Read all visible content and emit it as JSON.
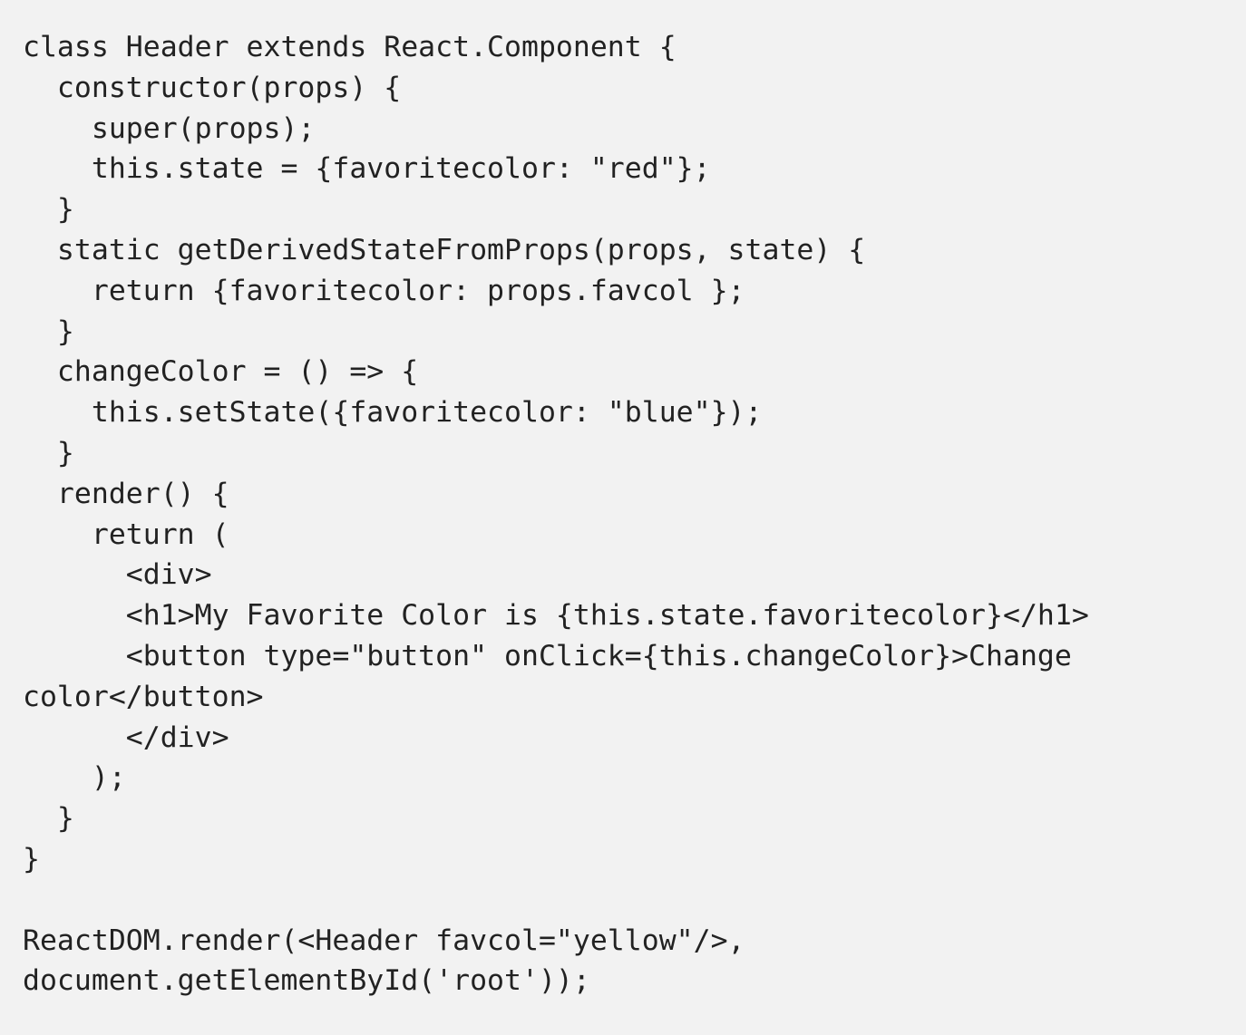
{
  "code": {
    "lines": [
      "class Header extends React.Component {",
      "  constructor(props) {",
      "    super(props);",
      "    this.state = {favoritecolor: \"red\"};",
      "  }",
      "  static getDerivedStateFromProps(props, state) {",
      "    return {favoritecolor: props.favcol };",
      "  }",
      "  changeColor = () => {",
      "    this.setState({favoritecolor: \"blue\"});",
      "  }",
      "  render() {",
      "    return (",
      "      <div>",
      "      <h1>My Favorite Color is {this.state.favoritecolor}</h1>",
      "      <button type=\"button\" onClick={this.changeColor}>Change",
      "color</button>",
      "      </div>",
      "    );",
      "  }",
      "}",
      "",
      "ReactDOM.render(<Header favcol=\"yellow\"/>,",
      "document.getElementById('root'));"
    ]
  }
}
